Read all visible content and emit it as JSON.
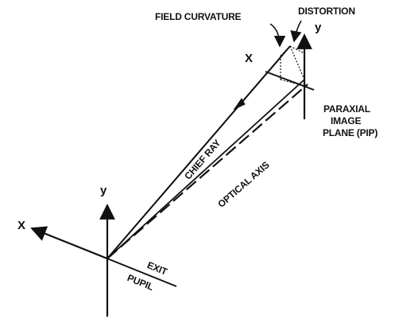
{
  "labels": {
    "field_curvature": "FIELD CURVATURE",
    "distortion": "DISTORTION",
    "pip_x": "X",
    "pip_y": "y",
    "paraxial_line1": "PARAXIAL",
    "paraxial_line2": "IMAGE",
    "paraxial_line3": "PLANE (PIP)",
    "chief_ray": "CHIEF RAY",
    "optical_axis": "OPTICAL AXIS",
    "exit_y": "y",
    "exit_x": "X",
    "exit_line1": "EXIT",
    "exit_line2": "PUPIL"
  }
}
